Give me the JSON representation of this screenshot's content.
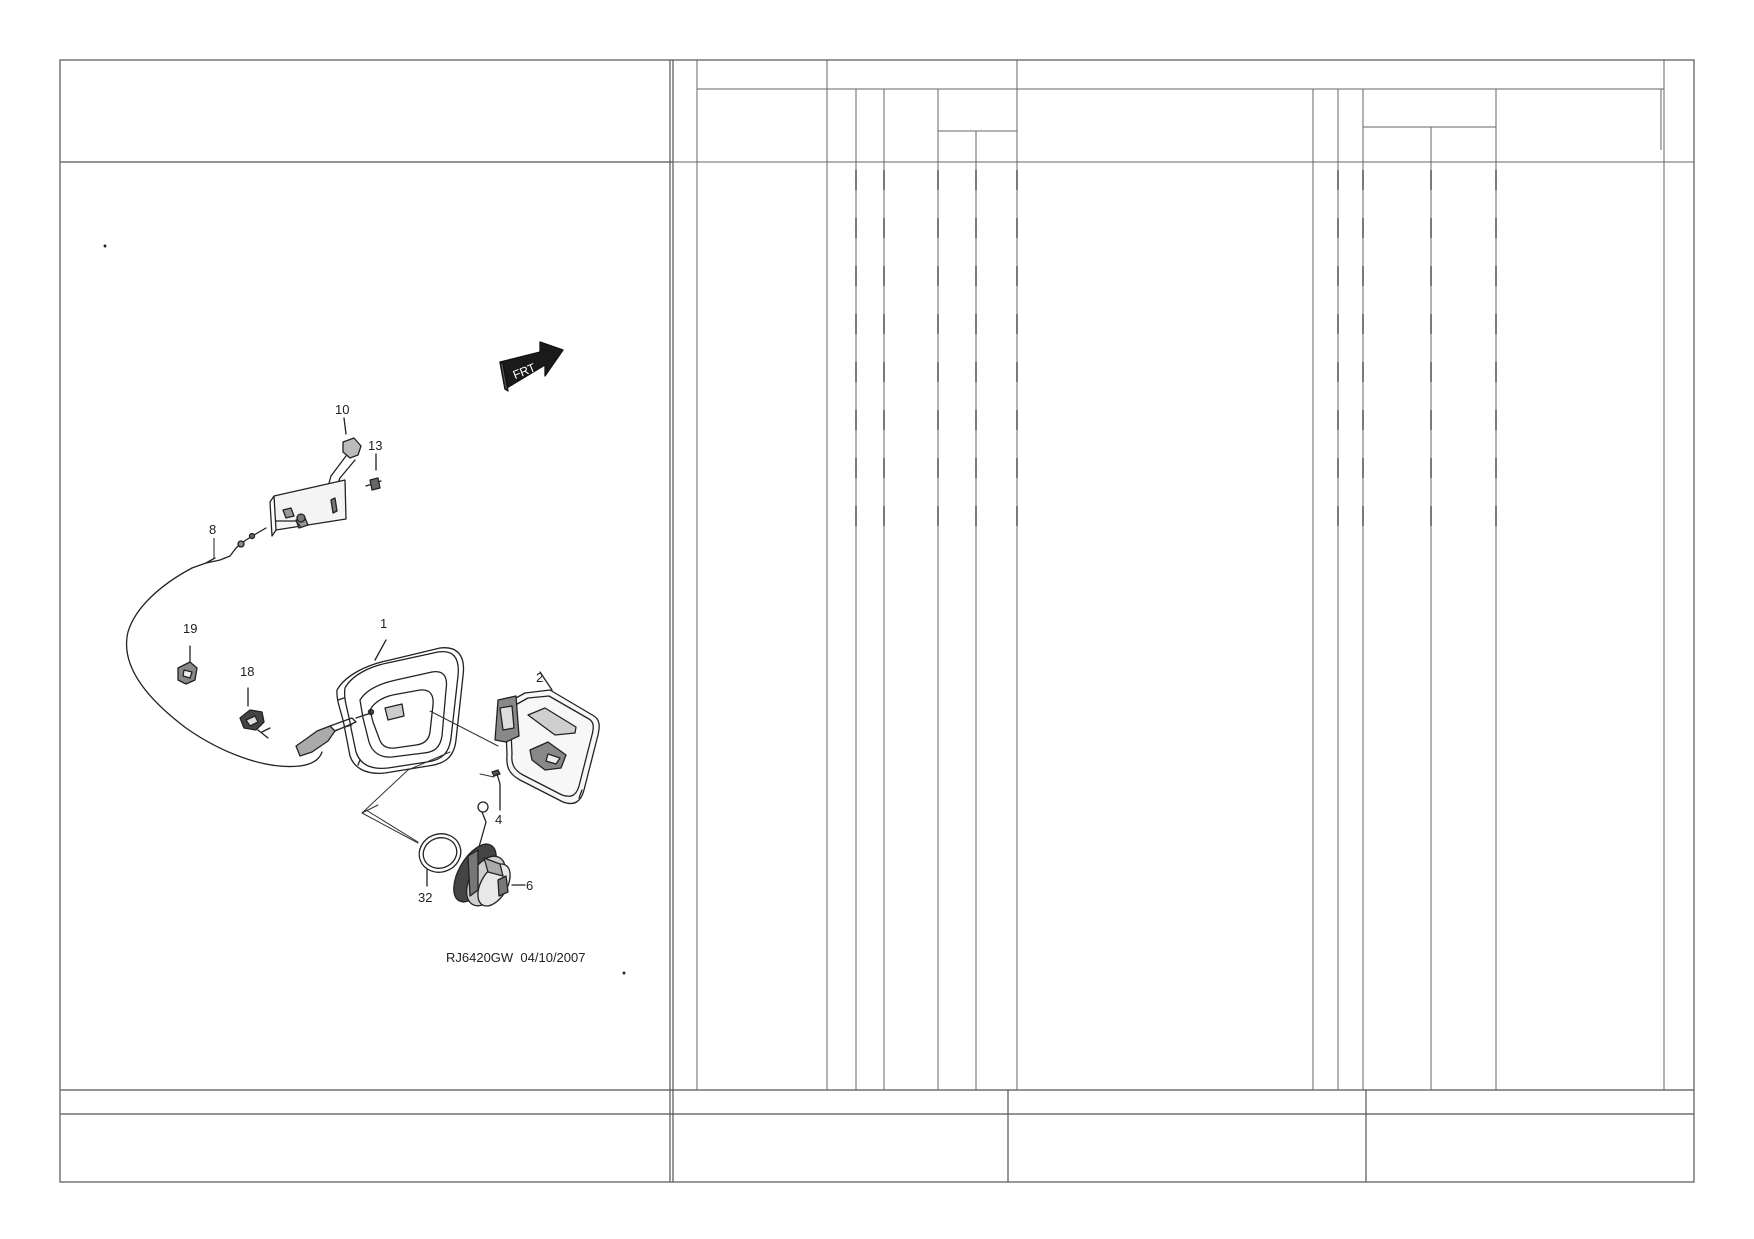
{
  "drawing": {
    "callouts": [
      {
        "id": "callout-1",
        "label": "1"
      },
      {
        "id": "callout-2",
        "label": "2"
      },
      {
        "id": "callout-4",
        "label": "4"
      },
      {
        "id": "callout-6",
        "label": "6"
      },
      {
        "id": "callout-8",
        "label": "8"
      },
      {
        "id": "callout-10",
        "label": "10"
      },
      {
        "id": "callout-13",
        "label": "13"
      },
      {
        "id": "callout-18",
        "label": "18"
      },
      {
        "id": "callout-19",
        "label": "19"
      },
      {
        "id": "callout-32",
        "label": "32"
      }
    ],
    "front_arrow_label": "FRT",
    "drawing_code": "RJ6420GW  04/10/2007"
  },
  "colors": {
    "line": "#555555",
    "ink": "#222222",
    "dash": "#444444"
  }
}
